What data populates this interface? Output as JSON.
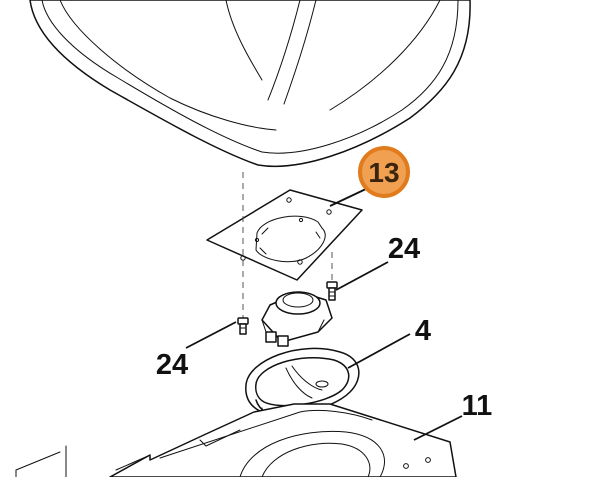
{
  "callouts": {
    "c13": {
      "label": "13",
      "highlight_color": "#f0a050",
      "ring_color": "#e07c1e",
      "text_color": "#3a2410"
    },
    "c24_right": {
      "label": "24"
    },
    "c24_left": {
      "label": "24"
    },
    "c4": {
      "label": "4"
    },
    "c11": {
      "label": "11"
    }
  }
}
